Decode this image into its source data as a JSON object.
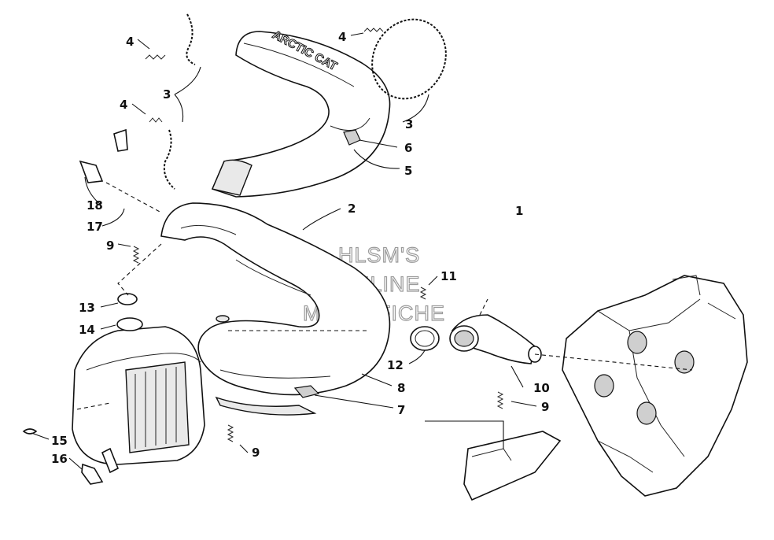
{
  "watermark": {
    "line1": "HLSM'S",
    "line2": "ONLINE",
    "line3": "MICROFICHE"
  },
  "brand_logo": "ARCTIC CAT",
  "callouts": {
    "c1": "1",
    "c2": "2",
    "c3a": "3",
    "c3b": "3",
    "c4a": "4",
    "c4b": "4",
    "c4c": "4",
    "c5": "5",
    "c6": "6",
    "c7": "7",
    "c8": "8",
    "c9a": "9",
    "c9b": "9",
    "c9c": "9",
    "c10": "10",
    "c11": "11",
    "c12": "12",
    "c13": "13",
    "c14": "14",
    "c15": "15",
    "c16": "16",
    "c17": "17",
    "c18": "18"
  }
}
